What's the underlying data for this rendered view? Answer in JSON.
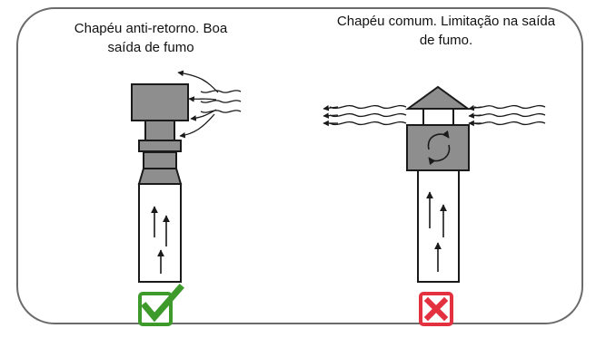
{
  "panels": [
    {
      "caption_line1": "Chapéu anti-retorno. Boa",
      "caption_line2": "saída de fumo",
      "verdict_icon": "check-mark-icon",
      "verdict_color": "#3d9a2b"
    },
    {
      "caption_line1": "Chapéu comum. Limitação na saída",
      "caption_line2": "de fumo.",
      "verdict_icon": "cross-mark-icon",
      "verdict_color": "#e3313f"
    }
  ],
  "colors": {
    "chimney_gray": "#8e8e8e",
    "outline": "#1a1a1a",
    "frame_border": "#6b6b6b"
  }
}
